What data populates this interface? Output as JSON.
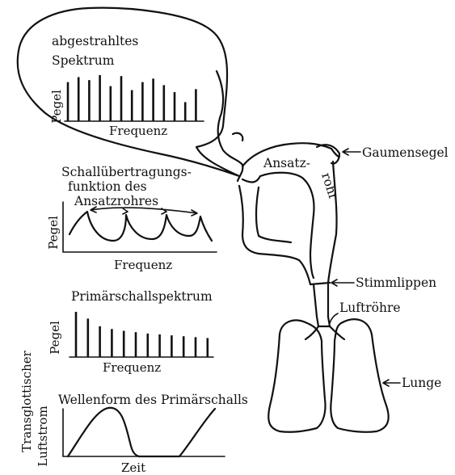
{
  "labels": {
    "radiated_spectrum_line1": "abgestrahltes",
    "radiated_spectrum_line2": "Spektrum",
    "transfer_line1": "Schallübertragungs-",
    "transfer_line2": "funktion des",
    "transfer_line3": "Ansatzrohres",
    "primary_spectrum": "Primärschallspektrum",
    "waveform": "Wellenform des Primärschalls",
    "vocal_tract_1": "Ansatz-",
    "vocal_tract_2": "rohr",
    "soft_palate": "Gaumensegel",
    "vocal_folds": "Stimmlippen",
    "trachea": "Luftröhre",
    "lung": "Lunge"
  },
  "axes": {
    "level": "Pegel",
    "frequency": "Frequenz",
    "time": "Zeit",
    "airflow_line1": "Transglottischer",
    "airflow_line2": "Luftstrom"
  },
  "radiated_spectrum": [
    0.78,
    0.88,
    0.82,
    0.92,
    0.7,
    0.9,
    0.62,
    0.78,
    0.85,
    0.72,
    0.58,
    0.38,
    0.64
  ],
  "primary_spectrum": [
    1.0,
    0.85,
    0.68,
    0.62,
    0.58,
    0.55,
    0.52,
    0.5,
    0.48,
    0.46,
    0.44,
    0.42
  ]
}
